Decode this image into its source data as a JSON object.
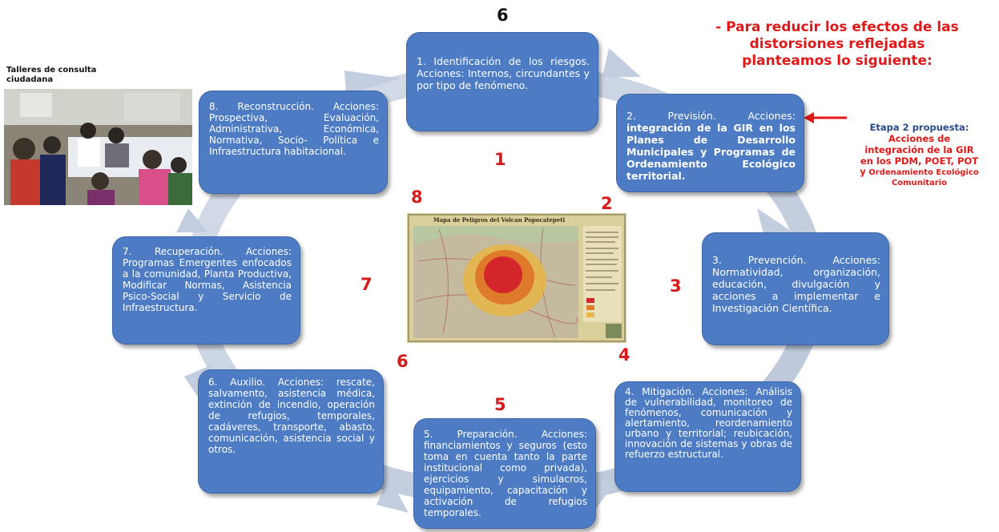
{
  "top_number": "6",
  "heading": {
    "line1": "- Para reducir los efectos de las",
    "line2": "distorsiones reflejadas",
    "line3": "planteamos lo siguiente:"
  },
  "photo": {
    "label_line1": "Talleres de consulta",
    "label_line2": "ciudadana"
  },
  "stage2_note": {
    "prefix": "Etapa 2",
    "line1_rest": " propuesta:",
    "line2": "Acciones de",
    "line3": "integración de la GIR",
    "line4": "en los PDM, POET, POT",
    "line5_y": "y",
    "line5_rest": " Ordenamiento Ecológico",
    "line6": "Comunitario"
  },
  "boxes": {
    "b1": {
      "lead": "1. Identificación de los riesgos. Acciones: Internos, circundantes y por tipo de fenómeno."
    },
    "b2": {
      "lead": "2. Previsión. Acciones: ",
      "body": "integración de la GIR en los Planes de Desarrollo Municipales y Programas de Ordenamiento Ecológico territorial."
    },
    "b3": {
      "lead": "3. Prevención. Acciones: Normatividad, organización, educación, divulgación y acciones a implementar e Investigación Científica."
    },
    "b4": {
      "lead": "4. Mitigación. Acciones: Análisis de vulnerabilidad, monitoreo de fenómenos, comunicación y alertamiento, reordenamiento urbano y territorial; reubicación, innovación de sistemas y obras de refuerzo estructural."
    },
    "b5": {
      "lead": "5. Preparación. Acciones: financiamientos y seguros (esto toma en cuenta tanto la parte institucional como privada), ejercicios y simulacros, equipamiento, capacitación y activación de refugios temporales."
    },
    "b6": {
      "lead": "6. Auxilio. Acciones: rescate, salvamento, asistencia médica, extinción de incendio, operación de refugios, temporales, cadáveres, transporte, abasto, comunicación, asistencia social y otros."
    },
    "b7": {
      "lead": "7. Recuperación. Acciones: Programas Emergentes enfocados a la comunidad, Planta Productiva, Modificar Normas, Asistencia Psico-Social y Servicio de Infraestructura."
    },
    "b8": {
      "lead": "8. Reconstrucción. Acciones: Prospectiva, Evaluación, Administrativa, Económica, Normativa, Socio- Política e Infraestructura habitacional."
    }
  },
  "numbers": {
    "n1": "1",
    "n2": "2",
    "n3": "3",
    "n4": "4",
    "n5": "5",
    "n6": "6",
    "n7": "7",
    "n8": "8"
  },
  "map": {
    "title": "Mapa de Peligros del Volcan Popocatepetl"
  },
  "colors": {
    "box_blue": "#4d7cc5",
    "ring_grey": "#c9d3e3",
    "accent_red": "#e01818",
    "label_blue": "#2a4c8a"
  }
}
